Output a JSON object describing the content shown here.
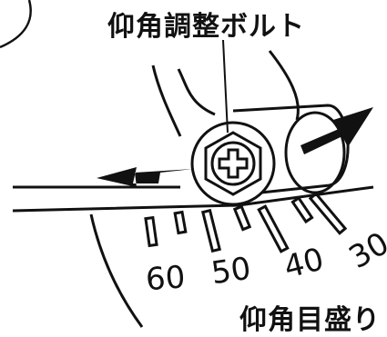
{
  "labels": {
    "adjust_bolt": "仰角調整ボルト",
    "scale": "仰角目盛り"
  },
  "scale_numbers": [
    "60",
    "50",
    "40",
    "30"
  ],
  "colors": {
    "ink": "#111111",
    "background": "#ffffff"
  },
  "icons": {
    "bolt_head": "phillips-hex-bolt-icon",
    "arrows": "direction-arrow-icon"
  }
}
